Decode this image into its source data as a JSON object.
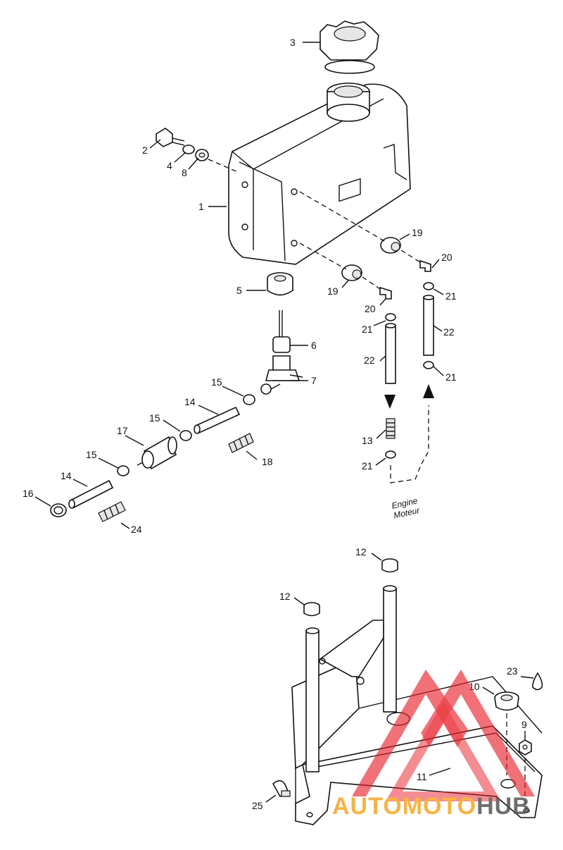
{
  "callouts": {
    "c1": "1",
    "c2": "2",
    "c3": "3",
    "c4": "4",
    "c5": "5",
    "c6": "6",
    "c7": "7",
    "c8": "8",
    "c9": "9",
    "c10": "10",
    "c11": "11",
    "c12": "12",
    "c13": "13",
    "c14": "14",
    "c15": "15",
    "c16": "16",
    "c17": "17",
    "c18": "18",
    "c19": "19",
    "c20": "20",
    "c21": "21",
    "c22": "22",
    "c23": "23",
    "c24": "24",
    "c25": "25"
  },
  "engine_label": {
    "line1": "Engine",
    "line2": "Moteur"
  },
  "watermark": {
    "text": "AUTOMOTOHUB",
    "colors": {
      "triangle": "#e8202a",
      "auto": "#f5a623",
      "hub": "#555555"
    }
  }
}
